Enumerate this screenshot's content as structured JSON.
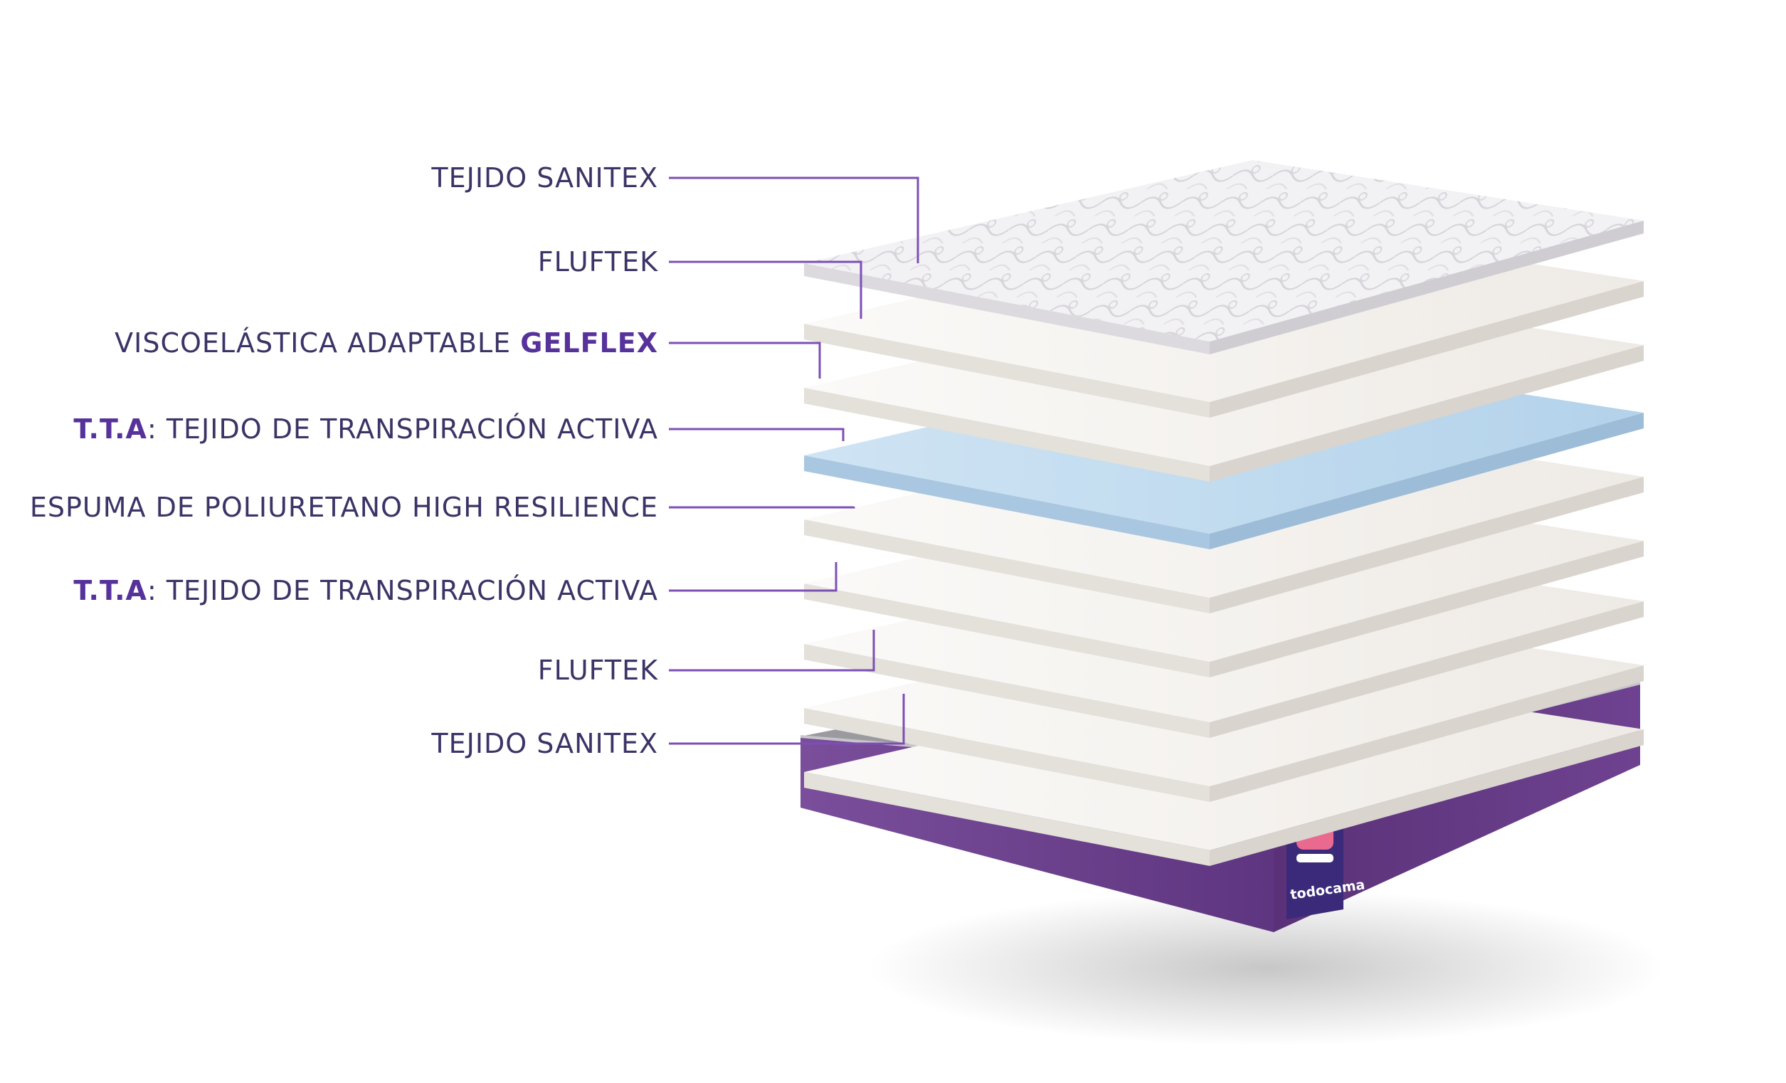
{
  "layers": [
    {
      "name": "TEJIDO SANITEX"
    },
    {
      "name": "FLUFTEK"
    },
    {
      "name": "VISCOELÁSTICA ADAPTABLE ",
      "highlight": "GELFLEX"
    },
    {
      "prefix": "T.T.A",
      "name": ": TEJIDO DE TRANSPIRACIÓN ACTIVA"
    },
    {
      "name": "ESPUMA DE POLIURETANO HIGH RESILIENCE"
    },
    {
      "prefix": "T.T.A",
      "name": ": TEJIDO DE TRANSPIRACIÓN ACTIVA"
    },
    {
      "name": "FLUFTEK"
    },
    {
      "name": "TEJIDO SANITEX"
    }
  ],
  "brand": {
    "logo_text": "todocama"
  },
  "colors": {
    "label_text": "#3c3366",
    "label_bold": "#56329a",
    "leader_line": "#7d4fb5",
    "base_purple": "#6b3f8c",
    "gel_layer": "#bcd8ee",
    "foam_layer": "#f6f4f1"
  }
}
